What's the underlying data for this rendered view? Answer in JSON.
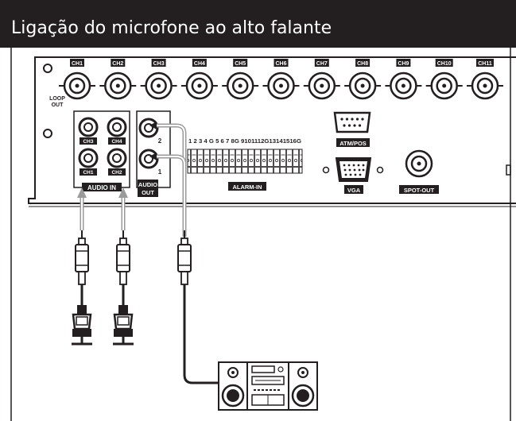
{
  "header": {
    "title": "Ligação do microfone ao alto falante"
  },
  "panel": {
    "loop_out": [
      "LOOP",
      "OUT"
    ],
    "channels": [
      "CH1",
      "CH2",
      "CH3",
      "CH4",
      "CH5",
      "CH6",
      "CH7",
      "CH8",
      "CH9",
      "CH10",
      "CH11"
    ],
    "audio_in": {
      "label": "AUDIO IN",
      "jacks": [
        "CH3",
        "CH4",
        "CH1",
        "CH2"
      ]
    },
    "audio_out": {
      "label": [
        "AUDIO",
        "OUT"
      ],
      "jacks": [
        "2",
        "1"
      ]
    },
    "alarm": {
      "pins": "1 2 3 4 G 5 6 7 8G 9101112G13141516G",
      "label": "ALARM-IN"
    },
    "atm_pos": "ATM/POS",
    "vga": "VGA",
    "spot_out": "SPOT-OUT"
  },
  "colors": {
    "header_bg": "#231f20",
    "header_text": "#ffffff",
    "label_bg": "#231f20",
    "line": "#231f20",
    "cable_grey": "#9a9a9a"
  }
}
